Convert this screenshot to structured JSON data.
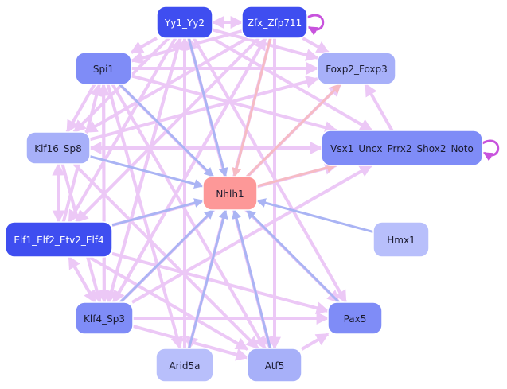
{
  "diagram": {
    "title": "",
    "colors": {
      "node_dark": "#3f4ef0",
      "node_mid": "#7f8cf7",
      "node_light": "#a7b0f9",
      "node_lighter": "#b8bffb",
      "node_target": "#fd9898",
      "edge_pink": "#ecc8f6",
      "edge_blue": "#aab4f4",
      "edge_red": "#f6bbc4",
      "edge_selfloop": "#c853dd",
      "text_light": "#ffffff",
      "text_dark": "#1a1a2e"
    },
    "nodes": [
      {
        "id": "Yy1_Yy2",
        "label": "Yy1_Yy2",
        "style": "dark"
      },
      {
        "id": "Zfx_Zfp711",
        "label": "Zfx_Zfp711",
        "style": "dark"
      },
      {
        "id": "Spi1",
        "label": "Spi1",
        "style": "mid"
      },
      {
        "id": "Foxp2_Foxp3",
        "label": "Foxp2_Foxp3",
        "style": "light"
      },
      {
        "id": "Klf16_Sp8",
        "label": "Klf16_Sp8",
        "style": "light"
      },
      {
        "id": "Vsx1_Uncx_Prrx2_Shox2_Noto",
        "label": "Vsx1_Uncx_Prrx2_Shox2_Noto",
        "style": "mid"
      },
      {
        "id": "Nhlh1",
        "label": "Nhlh1",
        "style": "target"
      },
      {
        "id": "Elf1_Elf2_Etv2_Elf4",
        "label": "Elf1_Elf2_Etv2_Elf4",
        "style": "dark"
      },
      {
        "id": "Hmx1",
        "label": "Hmx1",
        "style": "lighter"
      },
      {
        "id": "Klf4_Sp3",
        "label": "Klf4_Sp3",
        "style": "mid"
      },
      {
        "id": "Pax5",
        "label": "Pax5",
        "style": "mid"
      },
      {
        "id": "Arid5a",
        "label": "Arid5a",
        "style": "lighter"
      },
      {
        "id": "Atf5",
        "label": "Atf5",
        "style": "light"
      }
    ],
    "edges": [
      {
        "from": "Yy1_Yy2",
        "to": "Zfx_Zfp711",
        "kind": "pink"
      },
      {
        "from": "Zfx_Zfp711",
        "to": "Yy1_Yy2",
        "kind": "pink"
      },
      {
        "from": "Zfx_Zfp711",
        "to": "Zfx_Zfp711",
        "kind": "selfloop"
      },
      {
        "from": "Vsx1_Uncx_Prrx2_Shox2_Noto",
        "to": "Vsx1_Uncx_Prrx2_Shox2_Noto",
        "kind": "selfloop"
      },
      {
        "from": "Yy1_Yy2",
        "to": "Nhlh1",
        "kind": "blue"
      },
      {
        "from": "Zfx_Zfp711",
        "to": "Nhlh1",
        "kind": "red"
      },
      {
        "from": "Spi1",
        "to": "Nhlh1",
        "kind": "blue"
      },
      {
        "from": "Klf16_Sp8",
        "to": "Nhlh1",
        "kind": "blue"
      },
      {
        "from": "Elf1_Elf2_Etv2_Elf4",
        "to": "Nhlh1",
        "kind": "blue"
      },
      {
        "from": "Hmx1",
        "to": "Nhlh1",
        "kind": "blue"
      },
      {
        "from": "Klf4_Sp3",
        "to": "Nhlh1",
        "kind": "blue"
      },
      {
        "from": "Pax5",
        "to": "Nhlh1",
        "kind": "blue"
      },
      {
        "from": "Arid5a",
        "to": "Nhlh1",
        "kind": "blue"
      },
      {
        "from": "Atf5",
        "to": "Nhlh1",
        "kind": "blue"
      },
      {
        "from": "Nhlh1",
        "to": "Foxp2_Foxp3",
        "kind": "red"
      },
      {
        "from": "Nhlh1",
        "to": "Vsx1_Uncx_Prrx2_Shox2_Noto",
        "kind": "red"
      },
      {
        "from": "Yy1_Yy2",
        "to": "Spi1",
        "kind": "pink"
      },
      {
        "from": "Yy1_Yy2",
        "to": "Klf16_Sp8",
        "kind": "pink"
      },
      {
        "from": "Yy1_Yy2",
        "to": "Elf1_Elf2_Etv2_Elf4",
        "kind": "pink"
      },
      {
        "from": "Yy1_Yy2",
        "to": "Klf4_Sp3",
        "kind": "pink"
      },
      {
        "from": "Yy1_Yy2",
        "to": "Foxp2_Foxp3",
        "kind": "pink"
      },
      {
        "from": "Yy1_Yy2",
        "to": "Vsx1_Uncx_Prrx2_Shox2_Noto",
        "kind": "pink"
      },
      {
        "from": "Zfx_Zfp711",
        "to": "Klf16_Sp8",
        "kind": "pink"
      },
      {
        "from": "Zfx_Zfp711",
        "to": "Elf1_Elf2_Etv2_Elf4",
        "kind": "pink"
      },
      {
        "from": "Zfx_Zfp711",
        "to": "Klf4_Sp3",
        "kind": "pink"
      },
      {
        "from": "Zfx_Zfp711",
        "to": "Arid5a",
        "kind": "pink"
      },
      {
        "from": "Zfx_Zfp711",
        "to": "Atf5",
        "kind": "pink"
      },
      {
        "from": "Zfx_Zfp711",
        "to": "Foxp2_Foxp3",
        "kind": "pink"
      },
      {
        "from": "Spi1",
        "to": "Foxp2_Foxp3",
        "kind": "pink"
      },
      {
        "from": "Spi1",
        "to": "Vsx1_Uncx_Prrx2_Shox2_Noto",
        "kind": "pink"
      },
      {
        "from": "Spi1",
        "to": "Klf16_Sp8",
        "kind": "pink"
      },
      {
        "from": "Spi1",
        "to": "Klf4_Sp3",
        "kind": "pink"
      },
      {
        "from": "Spi1",
        "to": "Atf5",
        "kind": "pink"
      },
      {
        "from": "Spi1",
        "to": "Pax5",
        "kind": "pink"
      },
      {
        "from": "Spi1",
        "to": "Arid5a",
        "kind": "pink"
      },
      {
        "from": "Klf16_Sp8",
        "to": "Vsx1_Uncx_Prrx2_Shox2_Noto",
        "kind": "pink"
      },
      {
        "from": "Klf16_Sp8",
        "to": "Foxp2_Foxp3",
        "kind": "pink"
      },
      {
        "from": "Klf16_Sp8",
        "to": "Elf1_Elf2_Etv2_Elf4",
        "kind": "pink"
      },
      {
        "from": "Klf16_Sp8",
        "to": "Klf4_Sp3",
        "kind": "pink"
      },
      {
        "from": "Klf16_Sp8",
        "to": "Atf5",
        "kind": "pink"
      },
      {
        "from": "Elf1_Elf2_Etv2_Elf4",
        "to": "Klf16_Sp8",
        "kind": "pink"
      },
      {
        "from": "Elf1_Elf2_Etv2_Elf4",
        "to": "Vsx1_Uncx_Prrx2_Shox2_Noto",
        "kind": "pink"
      },
      {
        "from": "Elf1_Elf2_Etv2_Elf4",
        "to": "Klf4_Sp3",
        "kind": "pink"
      },
      {
        "from": "Elf1_Elf2_Etv2_Elf4",
        "to": "Atf5",
        "kind": "pink"
      },
      {
        "from": "Elf1_Elf2_Etv2_Elf4",
        "to": "Pax5",
        "kind": "pink"
      },
      {
        "from": "Elf1_Elf2_Etv2_Elf4",
        "to": "Spi1",
        "kind": "pink"
      },
      {
        "from": "Klf4_Sp3",
        "to": "Elf1_Elf2_Etv2_Elf4",
        "kind": "pink"
      },
      {
        "from": "Klf4_Sp3",
        "to": "Foxp2_Foxp3",
        "kind": "pink"
      },
      {
        "from": "Klf4_Sp3",
        "to": "Vsx1_Uncx_Prrx2_Shox2_Noto",
        "kind": "pink"
      },
      {
        "from": "Klf4_Sp3",
        "to": "Pax5",
        "kind": "pink"
      },
      {
        "from": "Klf4_Sp3",
        "to": "Atf5",
        "kind": "pink"
      },
      {
        "from": "Klf4_Sp3",
        "to": "Yy1_Yy2",
        "kind": "pink"
      },
      {
        "from": "Klf4_Sp3",
        "to": "Zfx_Zfp711",
        "kind": "pink"
      },
      {
        "from": "Klf4_Sp3",
        "to": "Spi1",
        "kind": "pink"
      },
      {
        "from": "Arid5a",
        "to": "Yy1_Yy2",
        "kind": "pink"
      },
      {
        "from": "Atf5",
        "to": "Pax5",
        "kind": "pink"
      },
      {
        "from": "Atf5",
        "to": "Yy1_Yy2",
        "kind": "pink"
      },
      {
        "from": "Vsx1_Uncx_Prrx2_Shox2_Noto",
        "to": "Foxp2_Foxp3",
        "kind": "pink"
      },
      {
        "from": "Vsx1_Uncx_Prrx2_Shox2_Noto",
        "to": "Klf16_Sp8",
        "kind": "pink"
      },
      {
        "from": "Zfx_Zfp711",
        "to": "Spi1",
        "kind": "pink"
      },
      {
        "from": "Yy1_Yy2",
        "to": "Atf5",
        "kind": "pink"
      },
      {
        "from": "Yy1_Yy2",
        "to": "Pax5",
        "kind": "pink"
      }
    ]
  }
}
